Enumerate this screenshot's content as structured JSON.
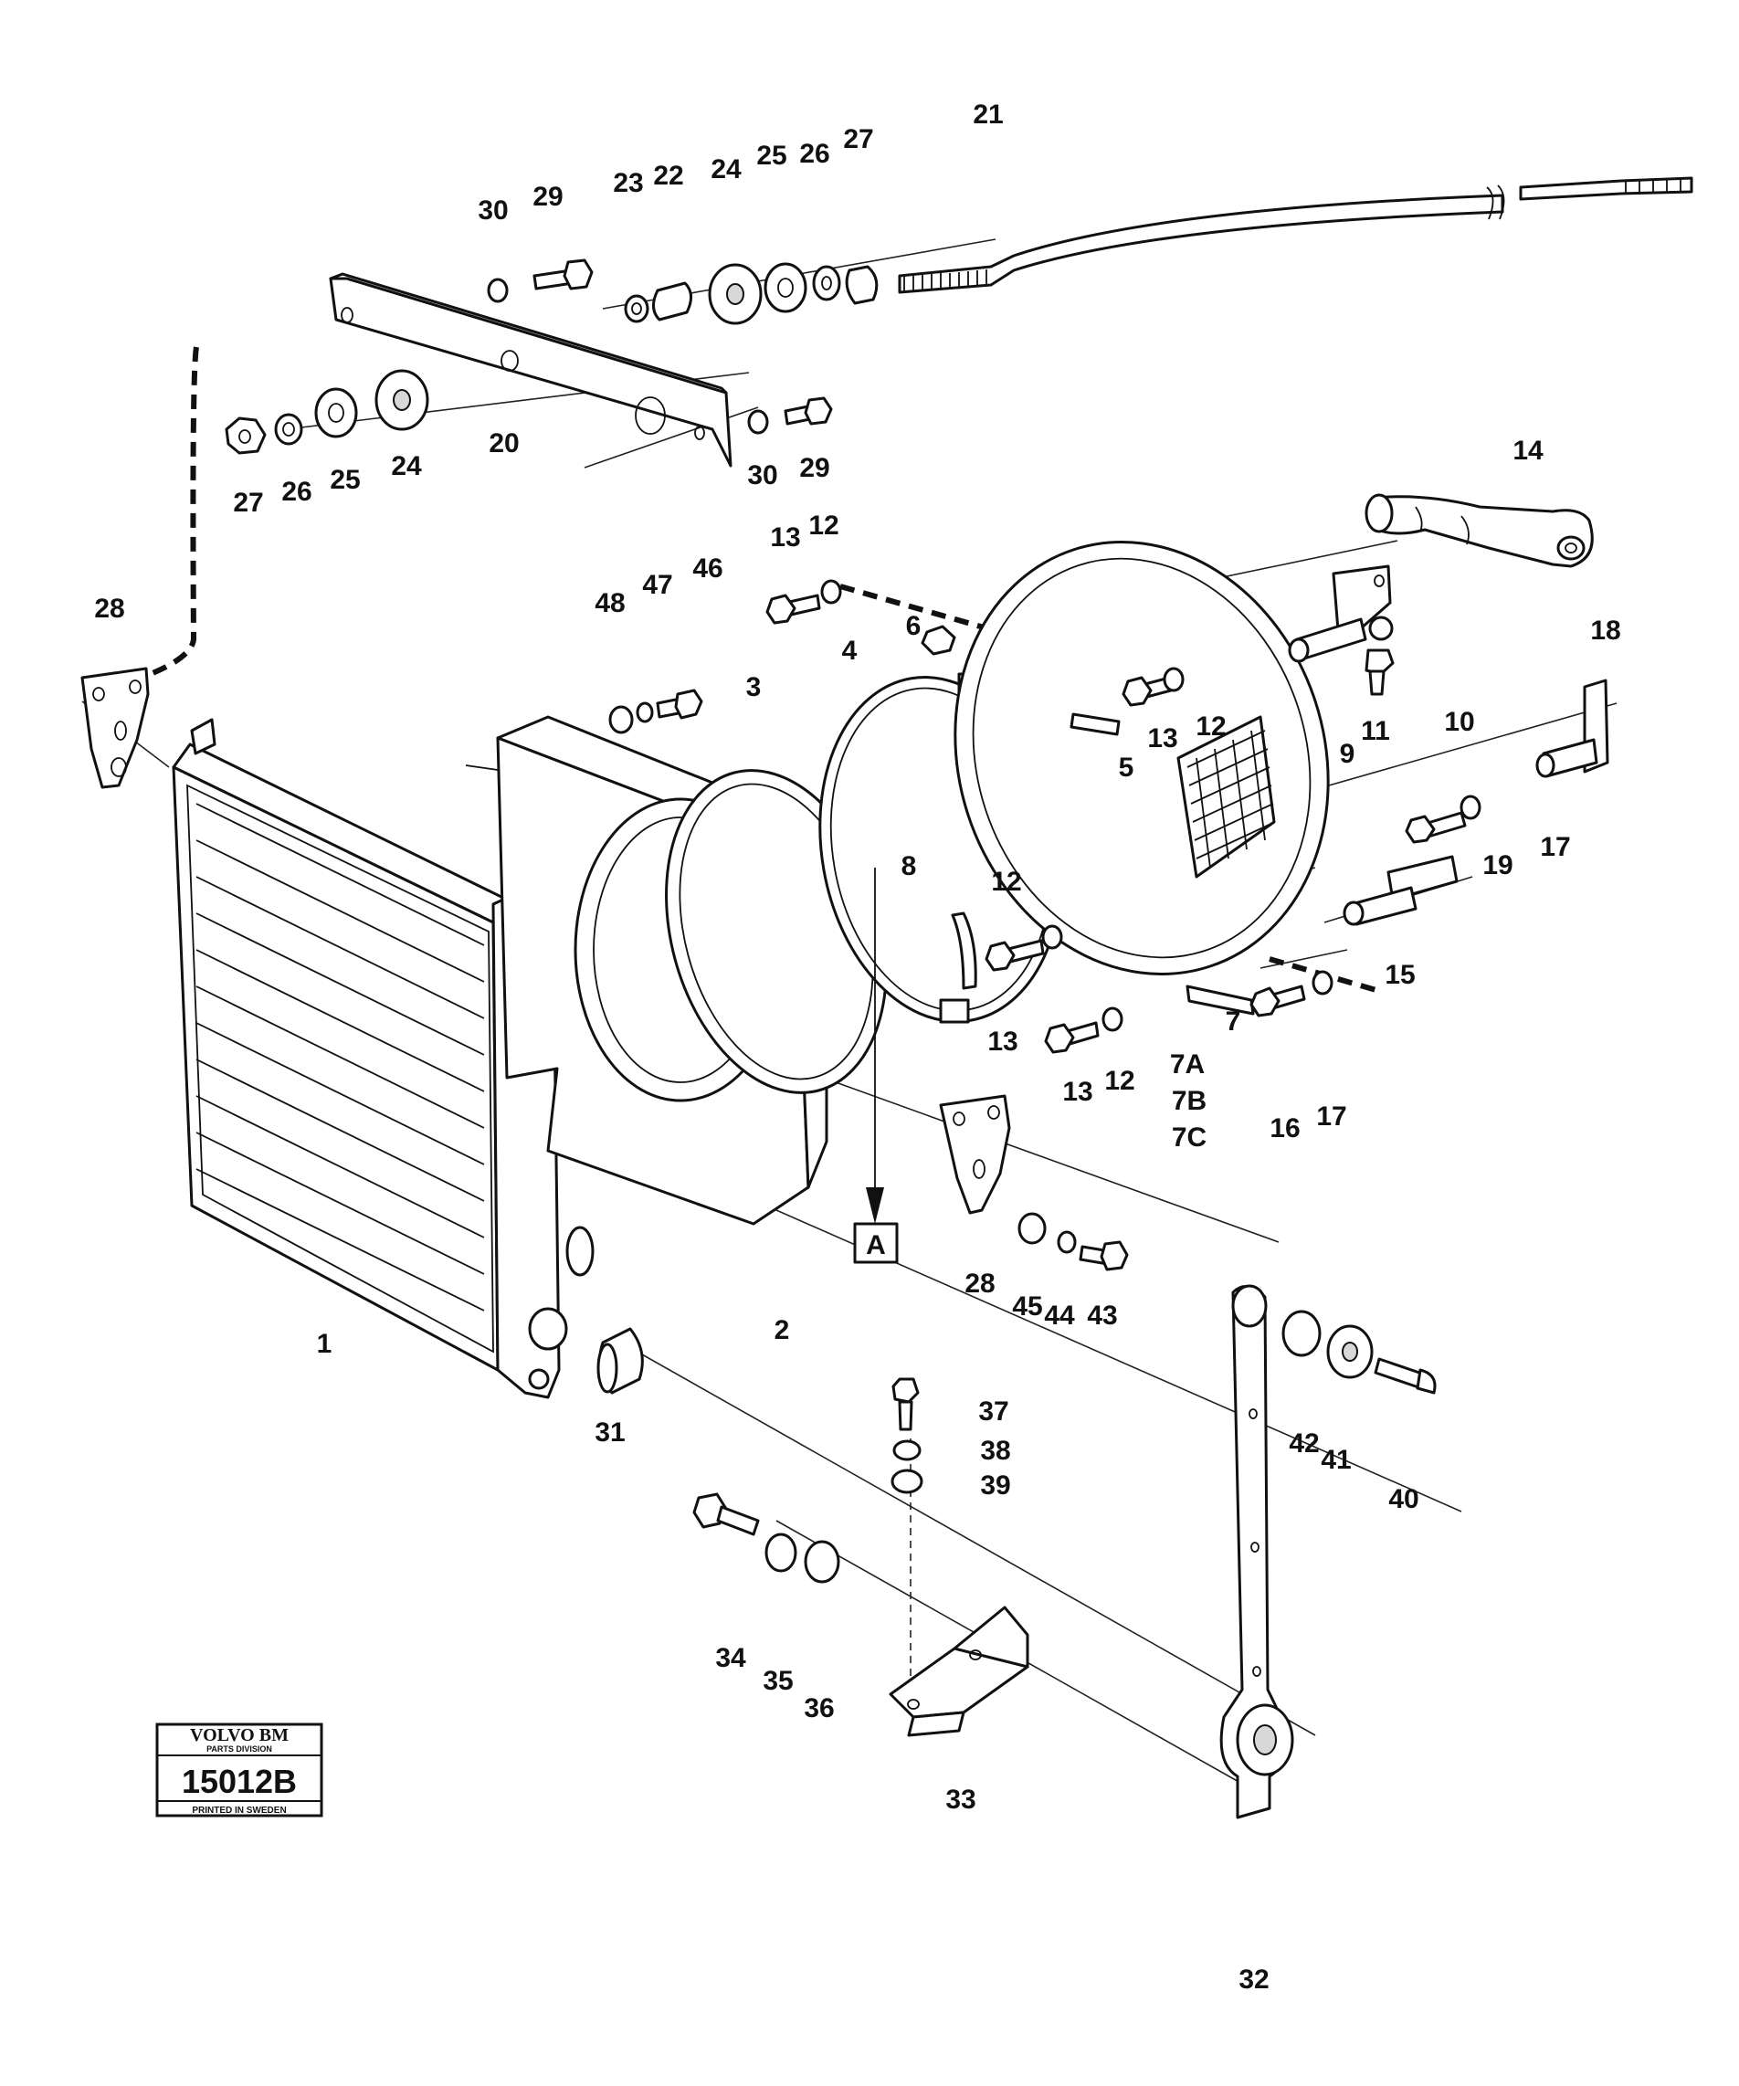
{
  "callouts": [
    {
      "text": "21"
    },
    {
      "text": "23"
    },
    {
      "text": "22"
    },
    {
      "text": "24"
    },
    {
      "text": "25"
    },
    {
      "text": "26"
    },
    {
      "text": "27"
    },
    {
      "text": "30"
    },
    {
      "text": "29"
    },
    {
      "text": "27"
    },
    {
      "text": "26"
    },
    {
      "text": "25"
    },
    {
      "text": "24"
    },
    {
      "text": "20"
    },
    {
      "text": "30"
    },
    {
      "text": "29"
    },
    {
      "text": "14"
    },
    {
      "text": "13"
    },
    {
      "text": "12"
    },
    {
      "text": "48"
    },
    {
      "text": "47"
    },
    {
      "text": "46"
    },
    {
      "text": "28"
    },
    {
      "text": "3"
    },
    {
      "text": "4"
    },
    {
      "text": "6"
    },
    {
      "text": "13"
    },
    {
      "text": "12"
    },
    {
      "text": "5"
    },
    {
      "text": "9"
    },
    {
      "text": "11"
    },
    {
      "text": "10"
    },
    {
      "text": "18"
    },
    {
      "text": "19"
    },
    {
      "text": "17"
    },
    {
      "text": "8"
    },
    {
      "text": "12"
    },
    {
      "text": "13"
    },
    {
      "text": "13"
    },
    {
      "text": "12"
    },
    {
      "text": "7"
    },
    {
      "text": "7A"
    },
    {
      "text": "7B"
    },
    {
      "text": "7C"
    },
    {
      "text": "15"
    },
    {
      "text": "16"
    },
    {
      "text": "17"
    },
    {
      "text": "28"
    },
    {
      "text": "45"
    },
    {
      "text": "44"
    },
    {
      "text": "43"
    },
    {
      "text": "2"
    },
    {
      "text": "1"
    },
    {
      "text": "31"
    },
    {
      "text": "37"
    },
    {
      "text": "38"
    },
    {
      "text": "39"
    },
    {
      "text": "42"
    },
    {
      "text": "41"
    },
    {
      "text": "40"
    },
    {
      "text": "34"
    },
    {
      "text": "35"
    },
    {
      "text": "36"
    },
    {
      "text": "33"
    },
    {
      "text": "32"
    }
  ],
  "view_marker": {
    "label": "A"
  },
  "logo": {
    "brand": "VOLVO BM",
    "division": "PARTS DIVISION",
    "code": "15012B",
    "printed": "PRINTED IN SWEDEN"
  }
}
